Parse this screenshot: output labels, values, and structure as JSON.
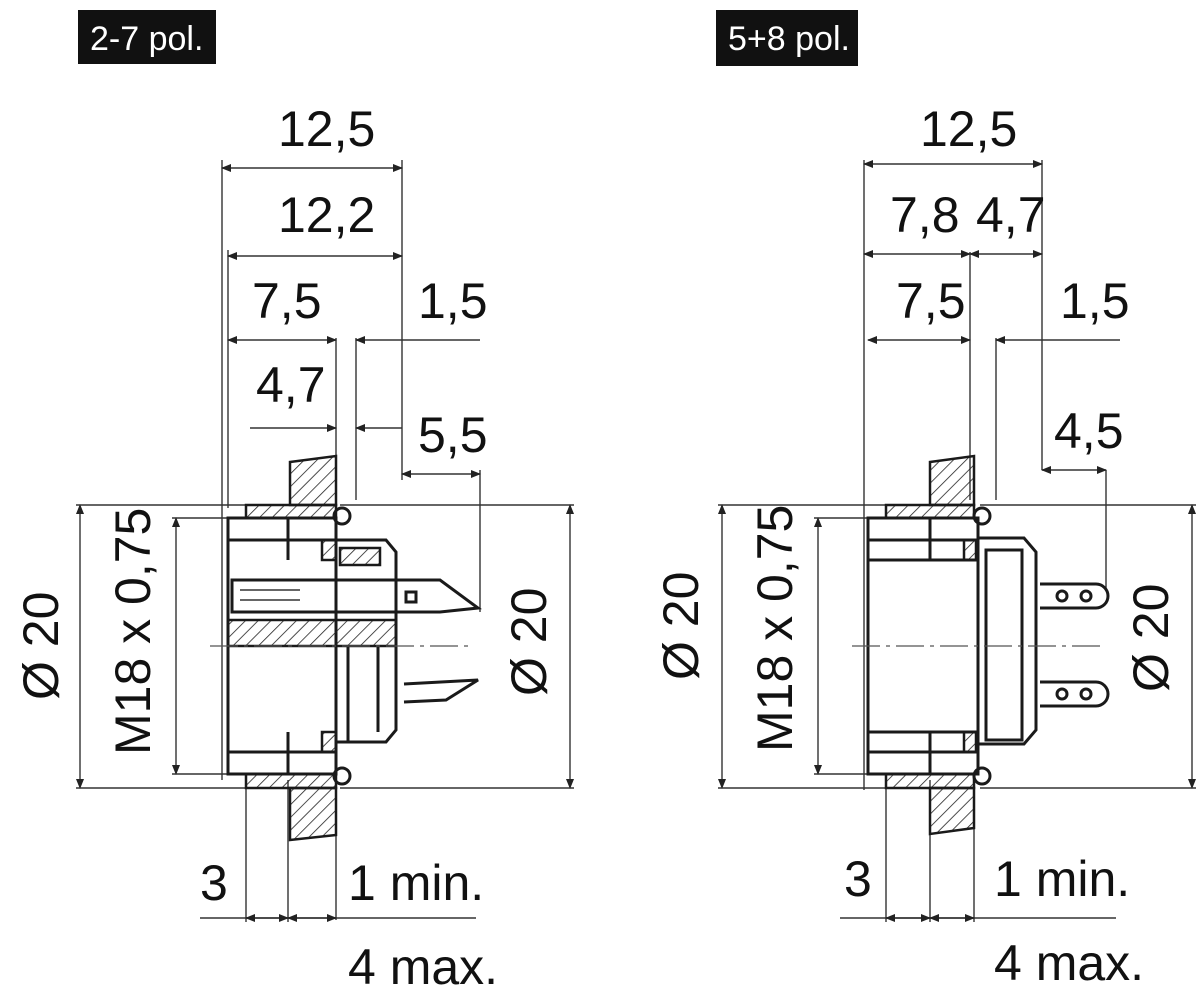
{
  "left": {
    "tag": "2-7 pol.",
    "dims": {
      "overall_width": "12,5",
      "inner_width": "12,2",
      "body_width": "7,5",
      "flange_gap": "1,5",
      "front_depth": "4,7",
      "pin_length": "5,5",
      "outer_diameter_left": "Ø 20",
      "thread": "M18 x 0,75",
      "outer_diameter_right": "Ø 20",
      "nut_thickness": "3",
      "panel_min": "1 min.",
      "panel_max": "4 max."
    }
  },
  "right": {
    "tag": "5+8 pol.",
    "dims": {
      "overall_width": "12,5",
      "front_width": "7,8",
      "rear_width": "4,7",
      "body_width": "7,5",
      "flange_gap": "1,5",
      "pin_length": "4,5",
      "outer_diameter_left": "Ø 20",
      "thread": "M18 x 0,75",
      "outer_diameter_right": "Ø 20",
      "nut_thickness": "3",
      "panel_min": "1 min.",
      "panel_max": "4 max."
    }
  },
  "colors": {
    "tag_background": "#111111",
    "line": "#1a1a1a"
  }
}
